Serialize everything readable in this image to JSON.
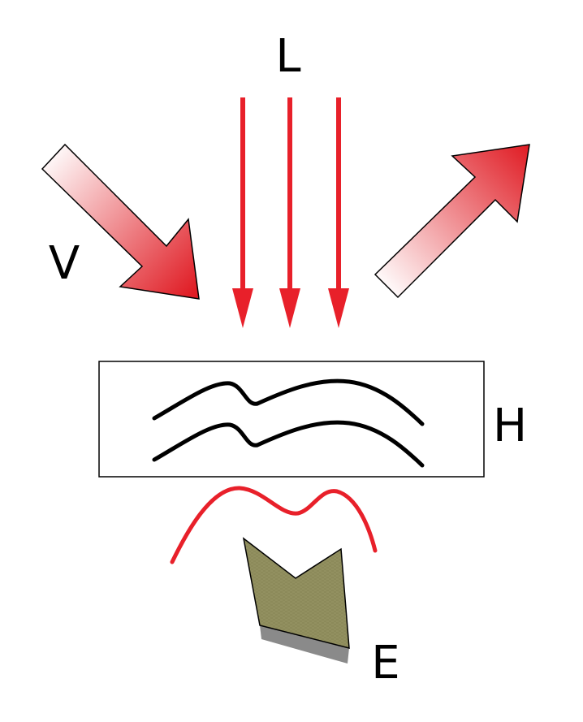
{
  "labels": {
    "l": "L",
    "v": "V",
    "h": "H",
    "e": "E"
  },
  "colors": {
    "arrow_red": "#e8202a",
    "gradient_start": "#ffffff",
    "gradient_end": "#e01c24",
    "wave_black": "#000000",
    "terrain_fill": "#8c8a5a",
    "terrain_shadow": "#8a8a8a"
  }
}
